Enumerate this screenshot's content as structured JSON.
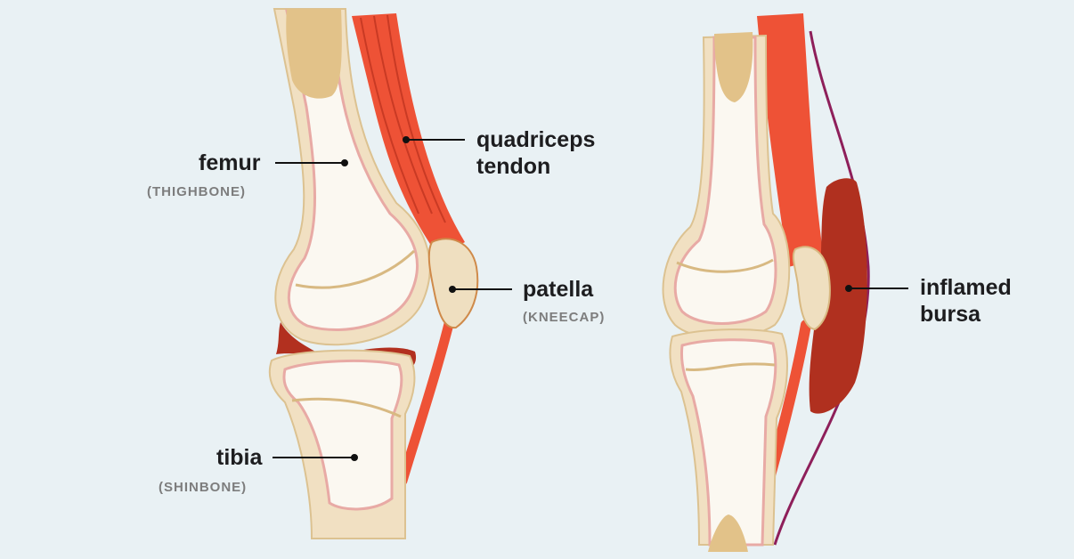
{
  "labels": {
    "femur": {
      "name": "femur",
      "sub": "(THIGHBONE)"
    },
    "quadriceps": {
      "line1": "quadriceps",
      "line2": "tendon"
    },
    "patella": {
      "name": "patella",
      "sub": "(KNEECAP)"
    },
    "tibia": {
      "name": "tibia",
      "sub": "(SHINBONE)"
    },
    "bursa": {
      "line1": "inflamed",
      "line2": "bursa"
    }
  },
  "colors": {
    "background": "#e9f1f4",
    "bone": "#f1e0c2",
    "marrow": "#fbf8f1",
    "muscle": "#ee5236",
    "meniscus": "#b2301f",
    "bursa": "#b0301f",
    "skin": "#8e1f5a"
  }
}
